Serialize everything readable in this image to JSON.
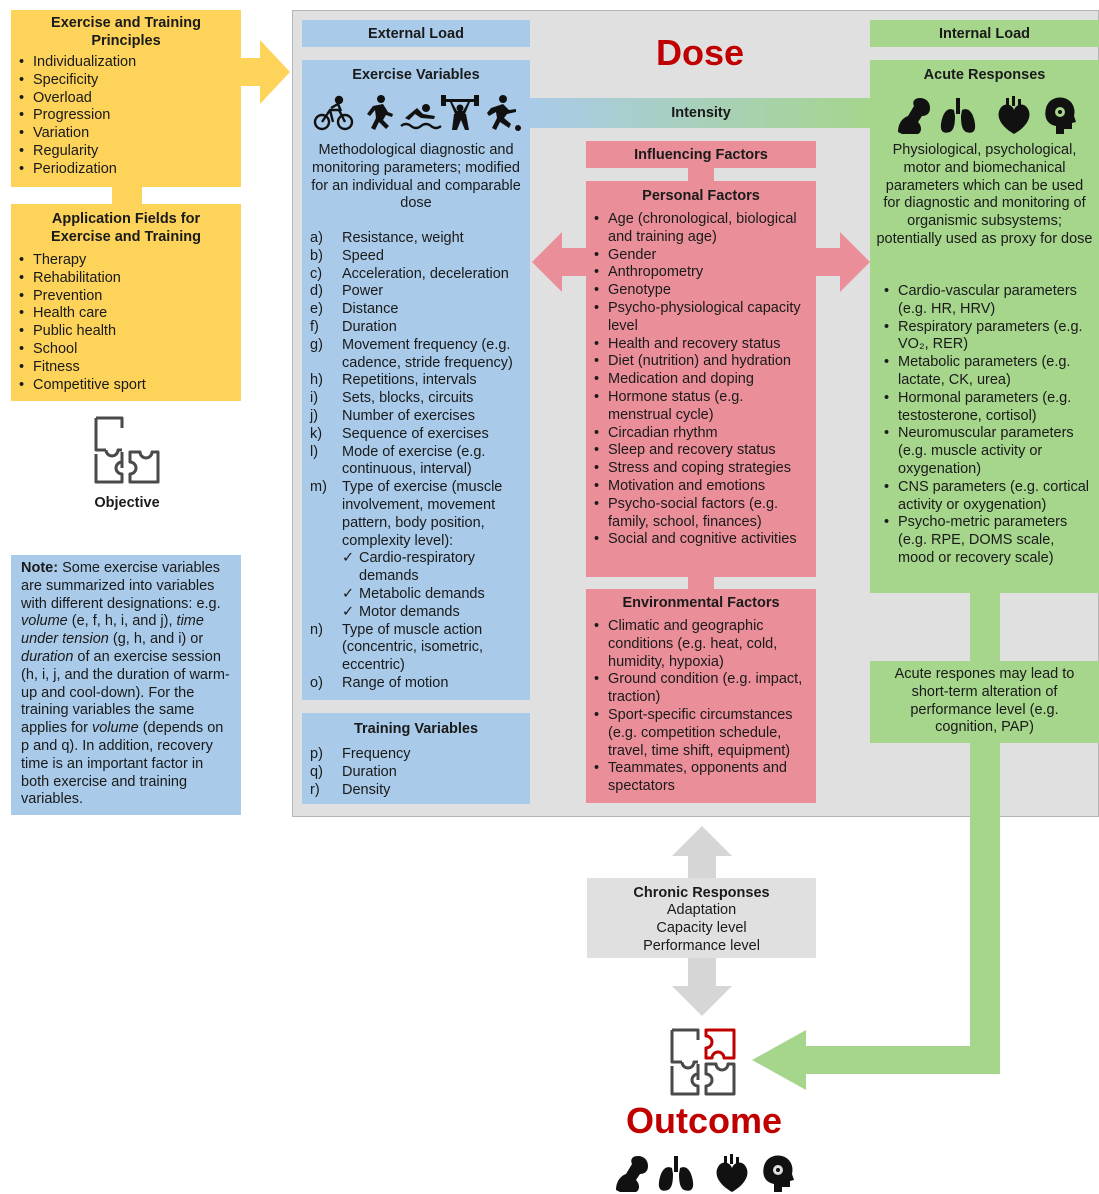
{
  "principles": {
    "title": "Exercise and Training Principles",
    "items": [
      "Individualization",
      "Specificity",
      "Overload",
      "Progression",
      "Variation",
      "Regularity",
      "Periodization"
    ]
  },
  "application": {
    "title": "Application Fields for Exercise and Training",
    "items": [
      "Therapy",
      "Rehabilitation",
      "Prevention",
      "Health care",
      "Public health",
      "School",
      "Fitness",
      "Competitive sport"
    ]
  },
  "objective_label": "Objective",
  "note": {
    "bold": "Note:",
    "parts": [
      " Some exercise variables are summarized into variables with different designations: e.g. ",
      "volume",
      " (e, f, h, i, and j), ",
      "time under tension",
      " (g, h, and i) or ",
      "duration",
      " of an exercise session (h, i, j, and the duration of warm-up and cool-down). For the training variables the same applies for ",
      "volume",
      " (depends on p and q). In addition, recovery time is an important factor in both exercise and training variables."
    ]
  },
  "dose_title": "Dose",
  "external_load": "External Load",
  "exercise_variables": {
    "title": "Exercise Variables",
    "description": "Methodological diagnostic and monitoring parameters; modified for an individual and comparable dose",
    "items": [
      {
        "k": "a)",
        "t": "Resistance, weight"
      },
      {
        "k": "b)",
        "t": "Speed"
      },
      {
        "k": "c)",
        "t": "Acceleration, deceleration"
      },
      {
        "k": "d)",
        "t": "Power"
      },
      {
        "k": "e)",
        "t": "Distance"
      },
      {
        "k": "f)",
        "t": "Duration"
      },
      {
        "k": "g)",
        "t": "Movement frequency (e.g. cadence, stride frequency)"
      },
      {
        "k": "h)",
        "t": "Repetitions, intervals"
      },
      {
        "k": "i)",
        "t": "Sets, blocks, circuits"
      },
      {
        "k": "j)",
        "t": "Number of exercises"
      },
      {
        "k": "k)",
        "t": "Sequence of exercises"
      },
      {
        "k": "l)",
        "t": "Mode of exercise (e.g. continuous, interval)"
      },
      {
        "k": "m)",
        "t": "Type of exercise (muscle involvement, movement pattern, body position, complexity level):",
        "sub": [
          "Cardio-respiratory demands",
          "Metabolic demands",
          "Motor demands"
        ]
      },
      {
        "k": "n)",
        "t": "Type of muscle action (concentric, isometric, eccentric)"
      },
      {
        "k": "o)",
        "t": "Range of motion"
      }
    ]
  },
  "training_variables": {
    "title": "Training Variables",
    "items": [
      {
        "k": "p)",
        "t": "Frequency"
      },
      {
        "k": "q)",
        "t": "Duration"
      },
      {
        "k": "r)",
        "t": "Density"
      }
    ]
  },
  "intensity_label": "Intensity",
  "influencing_factors": "Influencing Factors",
  "personal_factors": {
    "title": "Personal Factors",
    "items": [
      "Age (chronological, biological and training age)",
      "Gender",
      "Anthropometry",
      "Genotype",
      "Psycho-physiological capacity level",
      "Health and recovery status",
      "Diet (nutrition) and hydration",
      "Medication and doping",
      "Hormone status (e.g. menstrual cycle)",
      "Circadian rhythm",
      "Sleep and recovery status",
      "Stress and coping strategies",
      "Motivation and emotions",
      "Psycho-social factors (e.g. family, school, finances)",
      "Social and cognitive activities"
    ]
  },
  "environmental_factors": {
    "title": "Environmental Factors",
    "items": [
      "Climatic and geographic conditions (e.g. heat, cold, humidity, hypoxia)",
      "Ground condition (e.g. impact, traction)",
      "Sport-specific circumstances (e.g. competition schedule, travel, time shift, equipment)",
      "Teammates, opponents and spectators"
    ]
  },
  "internal_load": "Internal Load",
  "acute_responses": {
    "title": "Acute Responses",
    "description": "Physiological, psychological, motor and biomechanical parameters which can be used for diagnostic and monitoring of organismic subsystems; potentially used as proxy for dose",
    "items": [
      "Cardio-vascular parameters (e.g. HR, HRV)",
      "Respiratory parameters (e.g. VO₂, RER)",
      "Metabolic parameters (e.g. lactate, CK, urea)",
      "Hormonal parameters (e.g. testosterone, cortisol)",
      "Neuromuscular parameters (e.g. muscle activity or oxygenation)",
      "CNS parameters (e.g. cortical activity or oxygenation)",
      "Psycho-metric parameters (e.g. RPE, DOMS scale, mood or recovery scale)"
    ]
  },
  "acute_lead": "Acute respones may lead to short-term alteration of performance level (e.g. cognition, PAP)",
  "chronic": {
    "title": "Chronic Responses",
    "lines": [
      "Adaptation",
      "Capacity level",
      "Performance level"
    ]
  },
  "outcome_title": "Outcome",
  "colors": {
    "yellow": "#fdd35a",
    "blue": "#a9cbe9",
    "pink": "#ea8f99",
    "green": "#a6d58c",
    "grey": "#e0e0e0",
    "red": "#c00000"
  },
  "icons": [
    "cycling-icon",
    "running-icon",
    "swimming-icon",
    "weightlifting-icon",
    "sprinting-icon",
    "muscle-icon",
    "lungs-icon",
    "heart-icon",
    "brain-gear-icon",
    "puzzle-icon"
  ]
}
